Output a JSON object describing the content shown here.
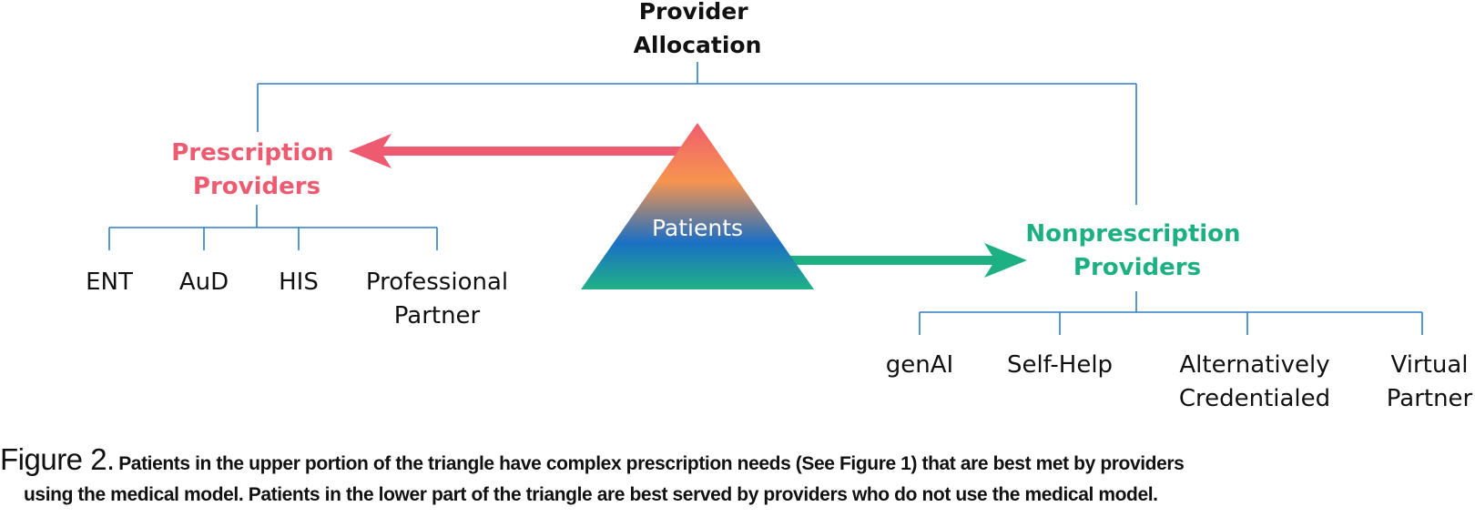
{
  "diagram": {
    "root": [
      "Provider",
      "Allocation"
    ],
    "center": "Patients",
    "prescription": {
      "title": [
        "Prescription",
        "Providers"
      ],
      "color": "#ee5a6f",
      "items": [
        [
          "ENT"
        ],
        [
          "AuD"
        ],
        [
          "HIS"
        ],
        [
          "Professional",
          "Partner"
        ]
      ]
    },
    "nonprescription": {
      "title": [
        "Nonprescription",
        "Providers"
      ],
      "color": "#1db083",
      "items": [
        [
          "genAI"
        ],
        [
          "Self-Help"
        ],
        [
          "Alternatively",
          "Credentialed"
        ],
        [
          "Virtual",
          "Partner"
        ]
      ]
    },
    "colors": {
      "lines": "#2f7fc6",
      "text": "#111111",
      "triangle_top": "#ef5d6d",
      "triangle_upper": "#f7944f",
      "triangle_mid": "#1a6fc4",
      "triangle_bottom": "#20b286"
    }
  },
  "caption": {
    "label": "Figure 2.",
    "text_line1": "Patients in the upper portion of the triangle have complex prescription needs (See Figure 1) that are best met by providers",
    "text_line2": "using the medical model. Patients in the lower part of the triangle are best served by providers who do not use the medical model."
  }
}
